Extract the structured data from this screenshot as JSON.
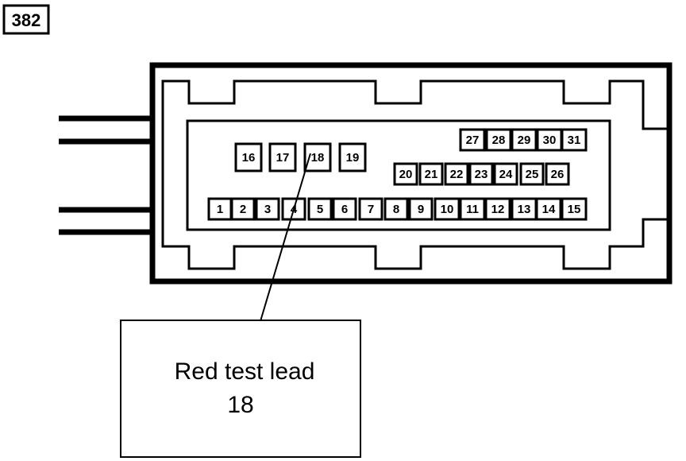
{
  "figure_number": "382",
  "connector": {
    "pins": [
      "1",
      "2",
      "3",
      "4",
      "5",
      "6",
      "7",
      "8",
      "9",
      "10",
      "11",
      "12",
      "13",
      "14",
      "15",
      "16",
      "17",
      "18",
      "19",
      "20",
      "21",
      "22",
      "23",
      "24",
      "25",
      "26",
      "27",
      "28",
      "29",
      "30",
      "31"
    ]
  },
  "callout": {
    "line1": "Red test lead",
    "line2": "18"
  }
}
